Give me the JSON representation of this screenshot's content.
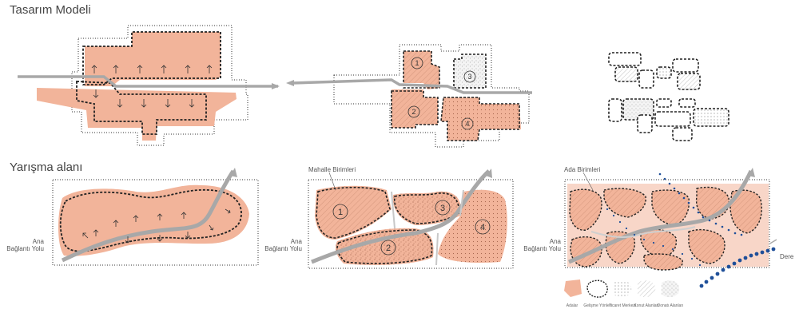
{
  "titles": {
    "tasarim_modeli": "Tasarım Modeli",
    "yarisma_alani": "Yarışma alanı"
  },
  "labels": {
    "mahalle_birimleri": "Mahalle Birimleri",
    "ada_birimleri": "Ada Birimleri",
    "ana_baglanti_1": [
      "Ana",
      "Bağlantı Yolu"
    ],
    "ana_baglanti_2": [
      "Ana",
      "Bağlantı Yolu"
    ],
    "ana_baglanti_3": [
      "Ana",
      "Bağlantı Yolu"
    ],
    "dere": "Dere"
  },
  "unit_numbers": [
    "1",
    "2",
    "3",
    "4"
  ],
  "legend": [
    {
      "name": "Adalar"
    },
    {
      "name": "Gelişme Yönleri"
    },
    {
      "name": "Ticaret Merkezi"
    },
    {
      "name": "Konut Alanları"
    },
    {
      "name": "Donatı Alanları"
    }
  ],
  "colors": {
    "salmon": "#f2b49a",
    "road": "#bdbdbd",
    "dots": "#222222",
    "stream": "#1f4f99",
    "text": "#555555"
  }
}
